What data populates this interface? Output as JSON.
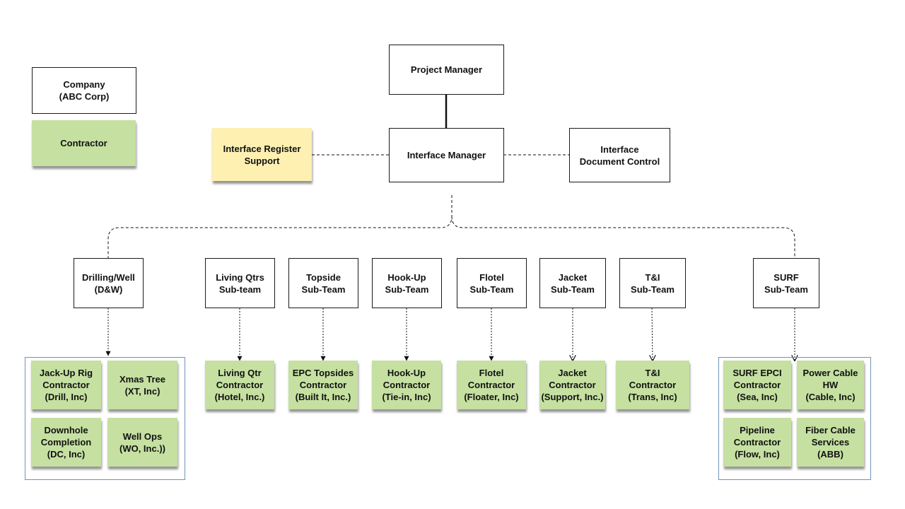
{
  "legend": {
    "company": "Company\n(ABC Corp)",
    "contractor": "Contractor"
  },
  "top": {
    "project_manager": "Project Manager",
    "interface_manager": "Interface Manager",
    "interface_register_support": "Interface Register\nSupport",
    "interface_document_control": "Interface\nDocument Control"
  },
  "subteams": [
    {
      "label": "Drilling/Well\n(D&W)"
    },
    {
      "label": "Living Qtrs\nSub-team"
    },
    {
      "label": "Topside\nSub-Team"
    },
    {
      "label": "Hook-Up\nSub-Team"
    },
    {
      "label": "Flotel\nSub-Team"
    },
    {
      "label": "Jacket\nSub-Team"
    },
    {
      "label": "T&I\nSub-Team"
    },
    {
      "label": "SURF\nSub-Team"
    }
  ],
  "contractors": {
    "drilling_group": [
      "Jack-Up Rig\nContractor\n(Drill, Inc)",
      "Xmas Tree\n(XT, Inc)",
      "Downhole\nCompletion\n(DC, Inc)",
      "Well Ops\n(WO, Inc.))"
    ],
    "living_qtr": "Living Qtr\nContractor\n(Hotel, Inc.)",
    "topsides": "EPC Topsides\nContractor\n(Built It, Inc.)",
    "hook_up": "Hook-Up\nContractor\n(Tie-in, Inc)",
    "flotel": "Flotel\nContractor\n(Floater, Inc)",
    "jacket": "Jacket\nContractor\n(Support, Inc.)",
    "t_and_i": "T&I\nContractor\n(Trans, Inc)",
    "surf_group": [
      "SURF EPCI\nContractor\n(Sea, Inc)",
      "Power Cable\nHW\n(Cable, Inc)",
      "Pipeline\nContractor\n(Flow, Inc)",
      "Fiber Cable\nServices\n(ABB)"
    ]
  }
}
